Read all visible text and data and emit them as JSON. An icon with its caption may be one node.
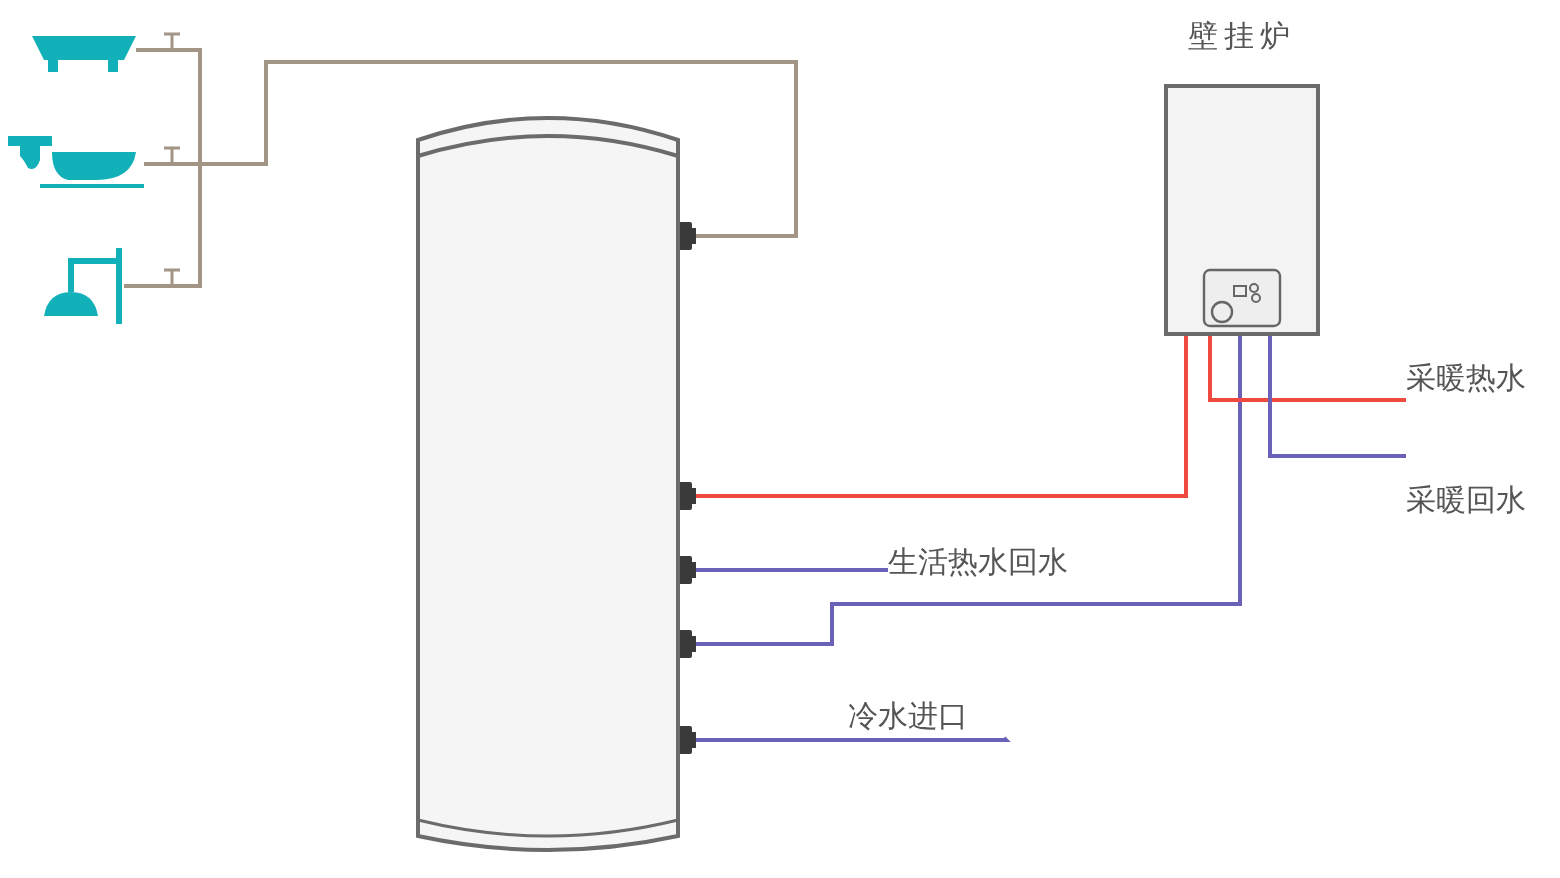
{
  "diagram": {
    "nodes": [
      {
        "text": [],
        "shape": "cylinder"
      },
      {
        "text": [
          "壁挂炉"
        ]
      },
      {
        "text": [],
        "shape": "bathtub"
      },
      {
        "text": [],
        "shape": "basin"
      },
      {
        "text": [],
        "shape": "shower"
      },
      {
        "text": [
          "生活热水回水"
        ]
      },
      {
        "text": [
          "冷水进口"
        ]
      },
      {
        "text": [
          "采暖热水"
        ]
      },
      {
        "text": [
          "采暖回水"
        ]
      }
    ],
    "edges": [
      {
        "from": 0,
        "to": 2,
        "arrow": "none",
        "color": "#a39585"
      },
      {
        "from": 0,
        "to": 3,
        "arrow": "none",
        "color": "#a39585"
      },
      {
        "from": 0,
        "to": 4,
        "arrow": "none",
        "color": "#a39585"
      },
      {
        "from": 1,
        "to": 0,
        "arrow": "none",
        "color": "#f04a40"
      },
      {
        "from": 0,
        "to": 5,
        "arrow": "none",
        "color": "#6a62b8"
      },
      {
        "from": 0,
        "to": 1,
        "arrow": "none",
        "color": "#6a62b8"
      },
      {
        "from": 0,
        "to": 6,
        "arrow": "none",
        "color": "#6a62b8"
      },
      {
        "from": 1,
        "to": 7,
        "arrow": "none",
        "color": "#f04a40"
      },
      {
        "from": 1,
        "to": 8,
        "arrow": "none",
        "color": "#6a62b8"
      }
    ]
  }
}
